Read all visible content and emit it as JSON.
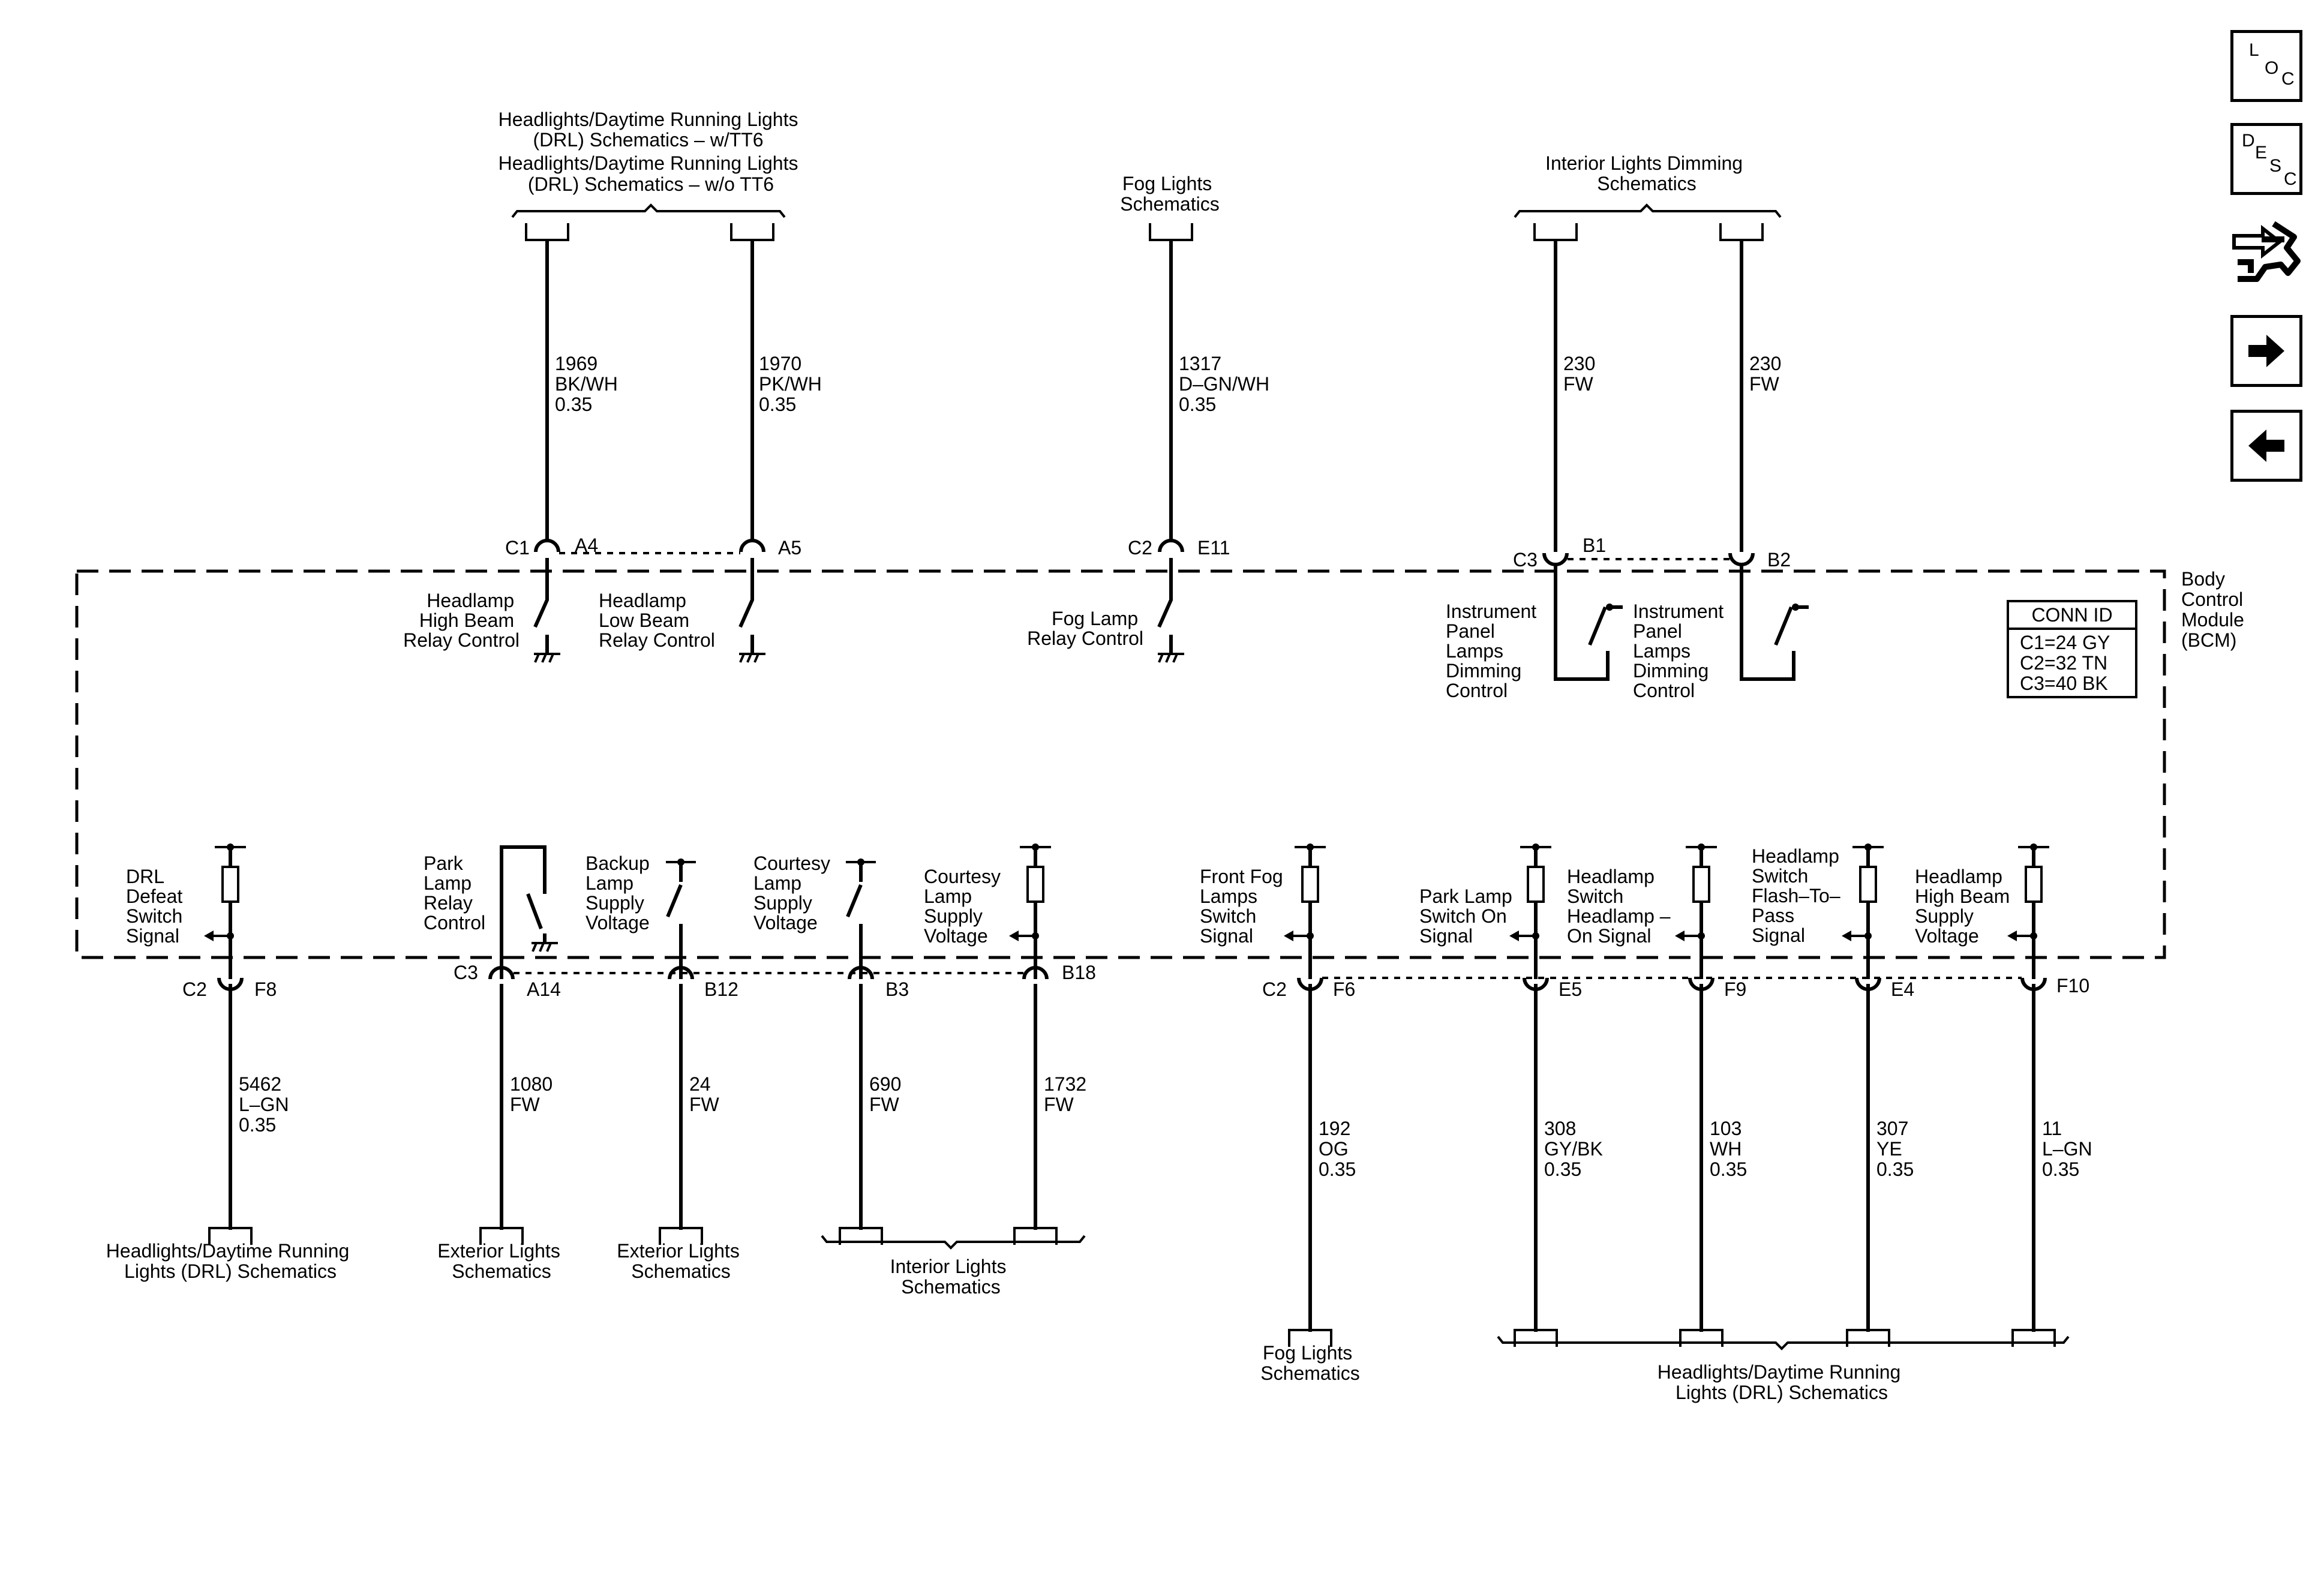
{
  "nav": {
    "loc": [
      "L",
      "O",
      "C"
    ],
    "desc": [
      "D",
      "E",
      "S",
      "C"
    ]
  },
  "top_destinations": {
    "drl": [
      "Headlights/Daytime Running Lights",
      "(DRL) Schematics – w/TT6",
      "Headlights/Daytime Running Lights",
      "(DRL) Schematics – w/o TT6"
    ],
    "fog": [
      "Fog Lights",
      "Schematics"
    ],
    "interior_dim": [
      "Interior Lights Dimming",
      "Schematics"
    ]
  },
  "top_wires": {
    "w1969": [
      "1969",
      "BK/WH",
      "0.35"
    ],
    "w1970": [
      "1970",
      "PK/WH",
      "0.35"
    ],
    "w1317": [
      "1317",
      "D–GN/WH",
      "0.35"
    ],
    "w230a": [
      "230",
      "FW"
    ],
    "w230b": [
      "230",
      "FW"
    ]
  },
  "top_pins": {
    "c1": "C1",
    "a4": "A4",
    "a5": "A5",
    "c2": "C2",
    "e11": "E11",
    "c3": "C3",
    "b1": "B1",
    "b2": "B2"
  },
  "module": {
    "name": [
      "Body",
      "Control",
      "Module",
      "(BCM)"
    ],
    "conn_id_title": "CONN ID",
    "conn_ids": [
      "C1=24 GY",
      "C2=32 TN",
      "C3=40 BK"
    ]
  },
  "upper_circuits": {
    "hb_relay": [
      "Headlamp",
      "High Beam",
      "Relay Control"
    ],
    "lb_relay": [
      "Headlamp",
      "Low Beam",
      "Relay Control"
    ],
    "fog_relay": [
      "Fog Lamp",
      "Relay Control"
    ],
    "ip_dim1": [
      "Instrument",
      "Panel",
      "Lamps",
      "Dimming",
      "Control"
    ],
    "ip_dim2": [
      "Instrument",
      "Panel",
      "Lamps",
      "Dimming",
      "Control"
    ]
  },
  "lower_circuits": {
    "drl_defeat": [
      "DRL",
      "Defeat",
      "Switch",
      "Signal"
    ],
    "park_relay": [
      "Park",
      "Lamp",
      "Relay",
      "Control"
    ],
    "backup": [
      "Backup",
      "Lamp",
      "Supply",
      "Voltage"
    ],
    "courtesy_sw": [
      "Courtesy",
      "Lamp",
      "Supply",
      "Voltage"
    ],
    "courtesy_sv": [
      "Courtesy",
      "Lamp",
      "Supply",
      "Voltage"
    ],
    "front_fog": [
      "Front Fog",
      "Lamps",
      "Switch",
      "Signal"
    ],
    "park_switch": [
      "Park Lamp",
      "Switch On",
      "Signal"
    ],
    "hl_on": [
      "Headlamp",
      "Switch",
      "Headlamp –",
      "On Signal"
    ],
    "ftp": [
      "Headlamp",
      "Switch",
      "Flash–To–",
      "Pass",
      "Signal"
    ],
    "hb_supply": [
      "Headlamp",
      "High Beam",
      "Supply",
      "Voltage"
    ]
  },
  "bottom_pins": {
    "c2a": "C2",
    "f8": "F8",
    "c3": "C3",
    "a14": "A14",
    "b12": "B12",
    "b3": "B3",
    "b18": "B18",
    "c2b": "C2",
    "f6": "F6",
    "e5": "E5",
    "f9": "F9",
    "e4": "E4",
    "f10": "F10"
  },
  "bottom_wires": {
    "w5462": [
      "5462",
      "L–GN",
      "0.35"
    ],
    "w1080": [
      "1080",
      "FW"
    ],
    "w24": [
      "24",
      "FW"
    ],
    "w690": [
      "690",
      "FW"
    ],
    "w1732": [
      "1732",
      "FW"
    ],
    "w192": [
      "192",
      "OG",
      "0.35"
    ],
    "w308": [
      "308",
      "GY/BK",
      "0.35"
    ],
    "w103": [
      "103",
      "WH",
      "0.35"
    ],
    "w307": [
      "307",
      "YE",
      "0.35"
    ],
    "w11": [
      "11",
      "L–GN",
      "0.35"
    ]
  },
  "bottom_destinations": {
    "drl1": [
      "Headlights/Daytime Running",
      "Lights (DRL) Schematics"
    ],
    "ext1": [
      "Exterior Lights",
      "Schematics"
    ],
    "ext2": [
      "Exterior Lights",
      "Schematics"
    ],
    "interior": [
      "Interior Lights",
      "Schematics"
    ],
    "fog": [
      "Fog Lights",
      "Schematics"
    ],
    "drl2": [
      "Headlights/Daytime Running",
      "Lights (DRL) Schematics"
    ]
  }
}
